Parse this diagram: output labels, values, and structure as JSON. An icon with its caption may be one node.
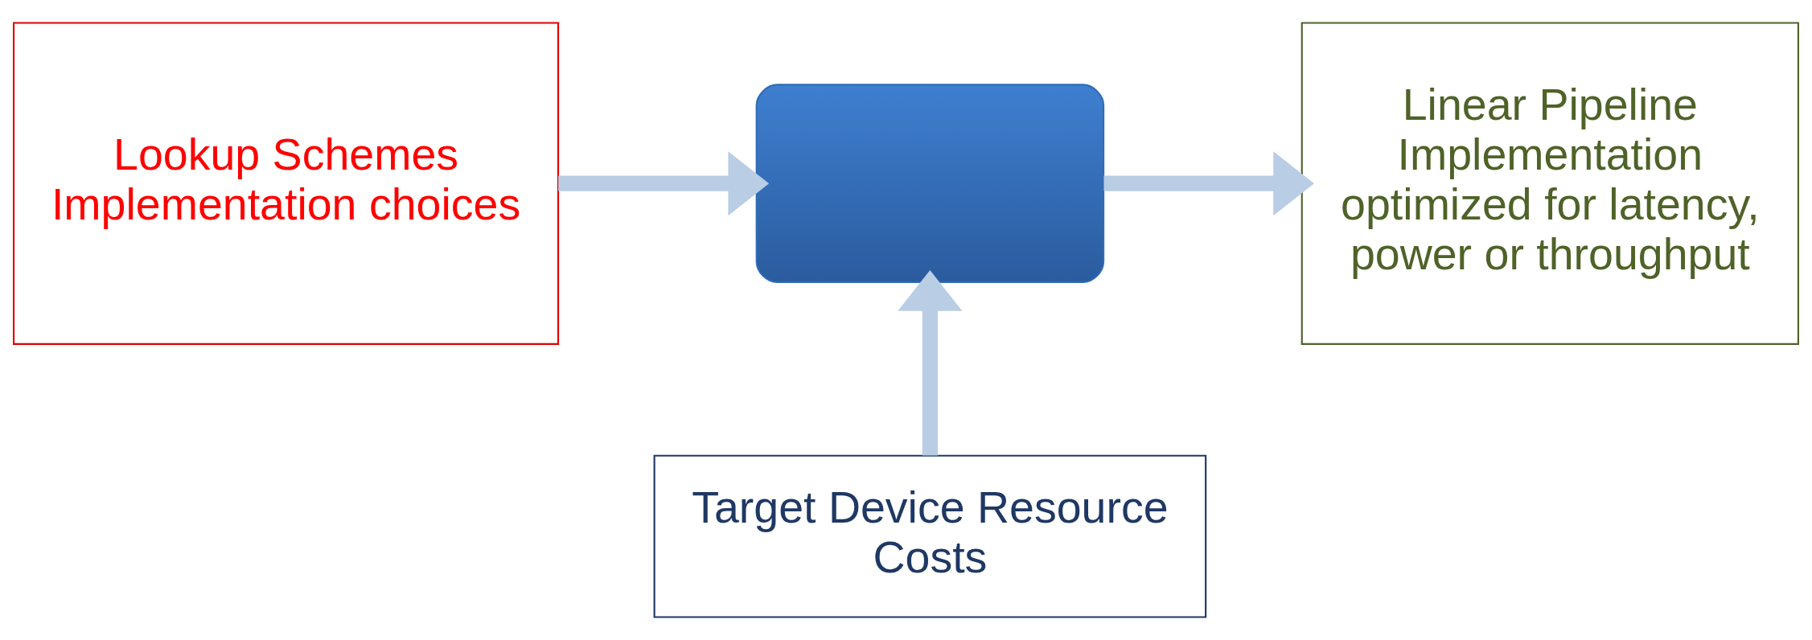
{
  "diagram": {
    "nodes": [
      {
        "text": [
          "Lookup Schemes",
          "Implementation choices"
        ]
      },
      {
        "text": [],
        "shape": "box"
      },
      {
        "text": [
          "Linear Pipeline Implementation optimized for latency, power or throughput"
        ]
      },
      {
        "text": [
          "Target Device Resource Costs"
        ]
      }
    ],
    "edges": [
      {
        "from": 0,
        "to": 1,
        "arrow": "to"
      },
      {
        "from": 1,
        "to": 2,
        "arrow": "to"
      },
      {
        "from": 3,
        "to": 1,
        "arrow": "to"
      }
    ]
  }
}
